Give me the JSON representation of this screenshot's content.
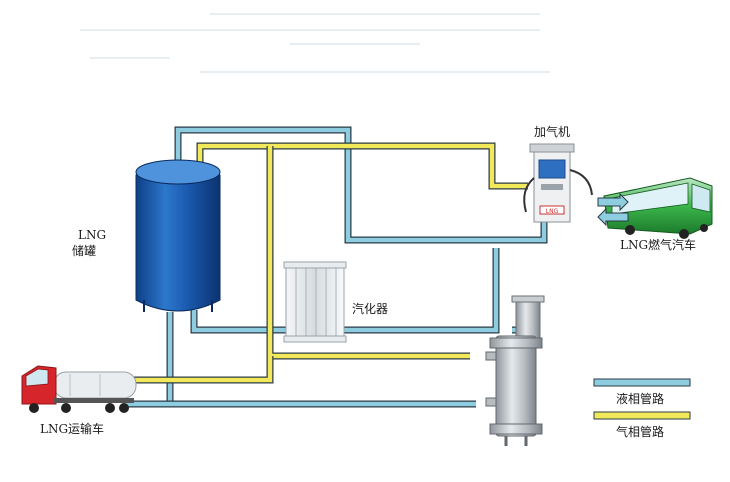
{
  "labels": {
    "tank_line1": "LNG",
    "tank_line2": "储罐",
    "dispenser": "加气机",
    "vehicle": "LNG燃气汽车",
    "vaporizer": "汽化器",
    "truck": "LNG运输车"
  },
  "legend": {
    "liquid": "液相管路",
    "gas": "气相管路"
  },
  "colors": {
    "liquid_pipe": "#8ecde0",
    "gas_pipe": "#f2e95a",
    "pipe_outline": "#2b3a44",
    "tank": "#1f5fb0"
  },
  "icons": {
    "tank": "cryogenic-storage-tank",
    "dispenser": "lng-dispenser-machine",
    "vehicle": "green-city-bus",
    "vaporizer": "finned-air-vaporizer",
    "truck": "red-tanker-truck",
    "pump": "submerged-pump-sump"
  }
}
